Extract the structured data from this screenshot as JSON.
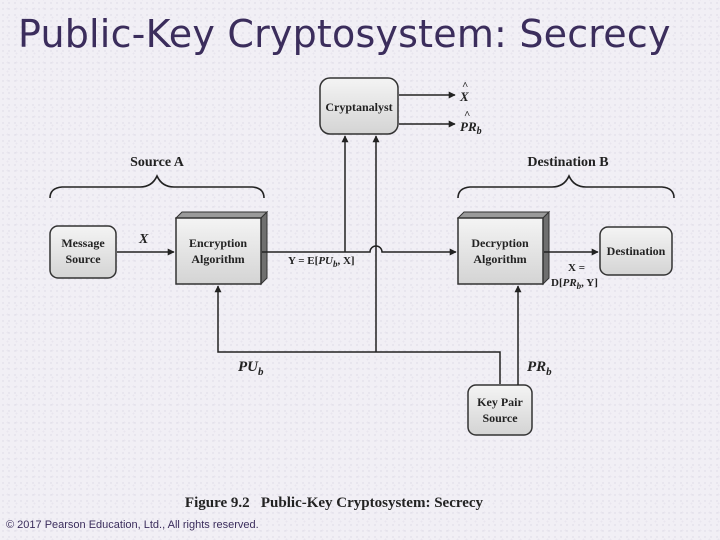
{
  "slide": {
    "title": "Public-Key Cryptosystem: Secrecy",
    "copyright": "© 2017 Pearson Education, Ltd., All rights reserved."
  },
  "diagram": {
    "cryptanalyst": "Cryptanalyst",
    "x_hat": "X",
    "pr_hat_base": "PR",
    "pr_hat_sub": "b",
    "hat_mark": "^",
    "source_a": "Source A",
    "destination_b": "Destination B",
    "message_source": [
      "Message",
      "Source"
    ],
    "encryption_algorithm": [
      "Encryption",
      "Algorithm"
    ],
    "decryption_algorithm": [
      "Decryption",
      "Algorithm"
    ],
    "destination": "Destination",
    "key_pair_source": [
      "Key Pair",
      "Source"
    ],
    "x_label": "X",
    "y_label": {
      "prefix": "Y = E[",
      "key": "PU",
      "sub": "b",
      "suffix": ", X]"
    },
    "x_dec_label": {
      "line1": "X =",
      "prefix": "D[",
      "key": "PR",
      "sub": "b",
      "suffix": ", Y]"
    },
    "pub_key": {
      "base": "PU",
      "sub": "b"
    },
    "priv_key": {
      "base": "PR",
      "sub": "b"
    },
    "figure_caption": "Figure 9.2   Public-Key Cryptosystem: Secrecy"
  }
}
